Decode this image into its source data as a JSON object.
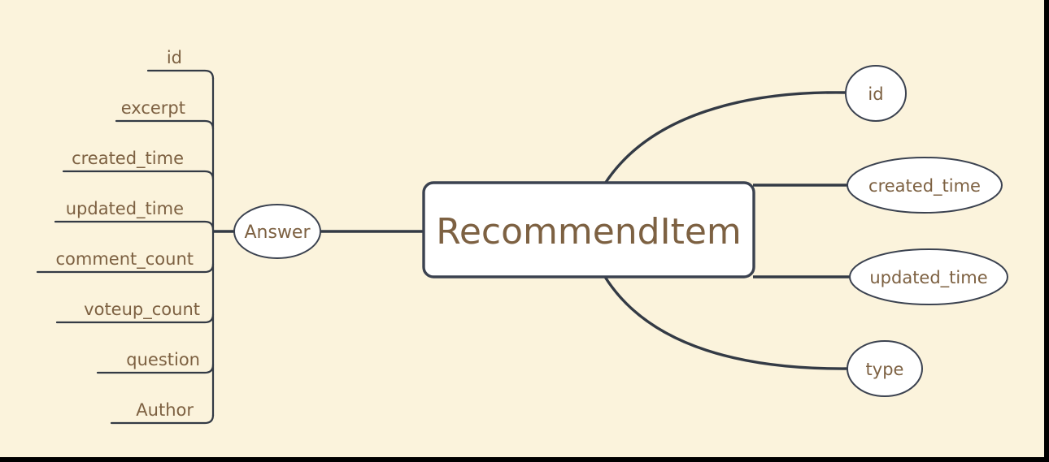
{
  "diagram": {
    "type": "mindmap",
    "background_color": "#fbf3dc",
    "text_color": "#7d6142",
    "stroke_color": "#333a45",
    "node_fill": "#ffffff",
    "root": {
      "label": "RecommendItem",
      "shape": "rounded-rectangle"
    },
    "left_branch": {
      "node": {
        "label": "Answer",
        "shape": "ellipse"
      },
      "children": [
        {
          "label": "id"
        },
        {
          "label": "excerpt"
        },
        {
          "label": "created_time"
        },
        {
          "label": "updated_time"
        },
        {
          "label": "comment_count"
        },
        {
          "label": "voteup_count"
        },
        {
          "label": "question"
        },
        {
          "label": "Author"
        }
      ]
    },
    "right_branch": {
      "children": [
        {
          "label": "id",
          "shape": "ellipse"
        },
        {
          "label": "created_time",
          "shape": "ellipse"
        },
        {
          "label": "updated_time",
          "shape": "ellipse"
        },
        {
          "label": "type",
          "shape": "ellipse"
        }
      ]
    }
  }
}
